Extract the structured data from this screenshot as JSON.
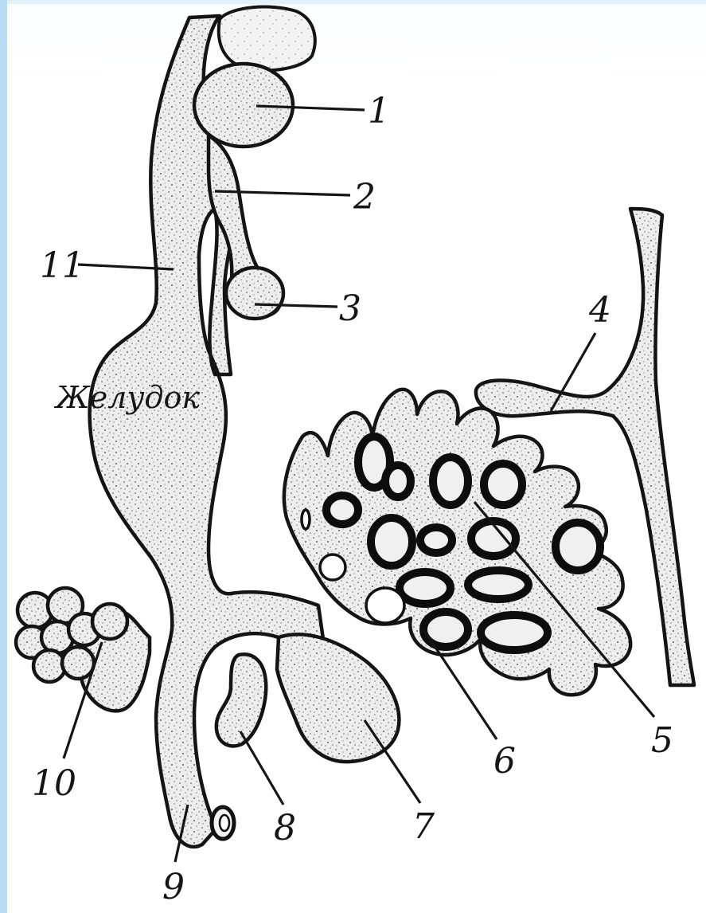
{
  "figure": {
    "labels": {
      "l1": "1",
      "l2": "2",
      "l3": "3",
      "l4": "4",
      "l5": "5",
      "l6": "6",
      "l7": "7",
      "l8": "8",
      "l9": "9",
      "l10": "10",
      "l11": "11"
    },
    "stomach_label": "Желудок"
  }
}
